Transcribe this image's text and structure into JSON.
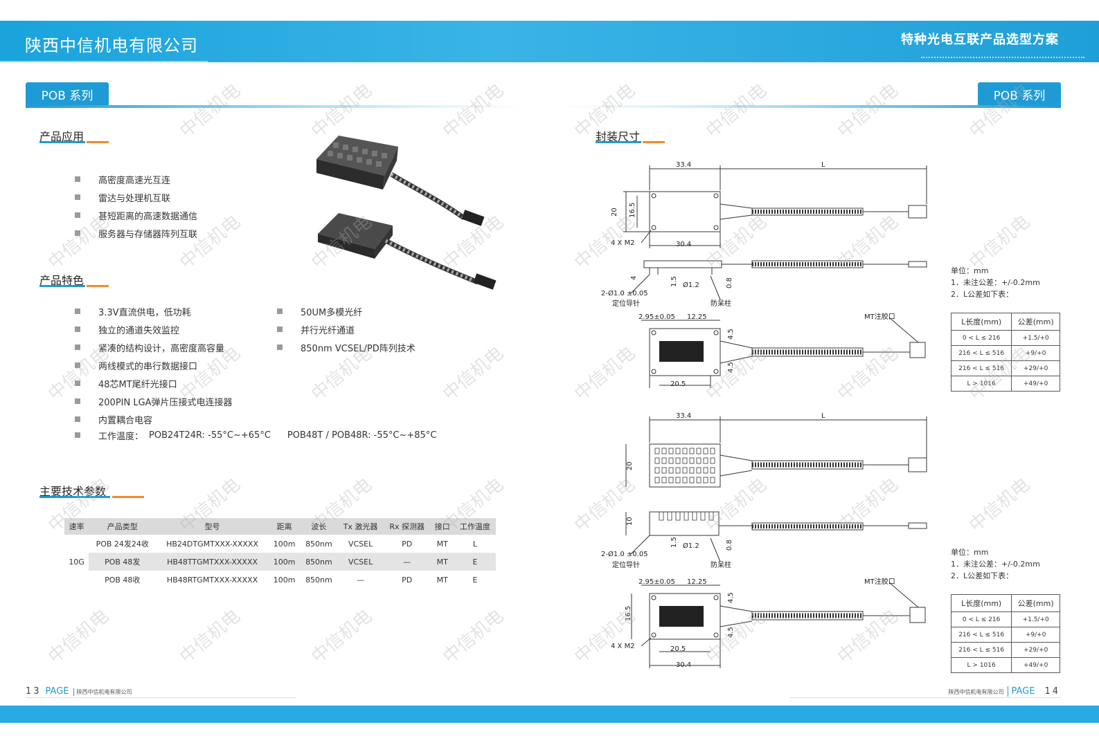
{
  "header": {
    "company": "陕西中信机电有限公司",
    "solution_title": "特种光电互联产品选型方案"
  },
  "series_label": "POB 系列",
  "left": {
    "app_title": "产品应用",
    "applications": [
      "高密度高速光互连",
      "雷达与处理机互联",
      "甚短距离的高速数据通信",
      "服务器与存储器阵列互联"
    ],
    "feat_title": "产品特色",
    "features_col1": [
      "3.3V直流供电，低功耗",
      "独立的通道失效监控",
      "紧凑的结构设计，高密度高容量",
      "两线模式的串行数据接口",
      "48芯MT尾纤光接口",
      "200PIN LGA弹片压接式电连接器",
      "内置耦合电容"
    ],
    "features_temp_label": "工作温度：",
    "features_temp_a": "POB24T24R:  -55°C~+65°C",
    "features_temp_b": "POB48T / POB48R:  -55°C~+85°C",
    "features_col2": [
      "50UM多模光纤",
      "并行光纤通道",
      "850nm VCSEL/PD阵列技术"
    ],
    "param_title": "主要技术参数",
    "param_table": {
      "headers": [
        "速率",
        "产品类型",
        "型号",
        "距离",
        "波长",
        "Tx 激光器",
        "Rx 探测器",
        "接口",
        "工作温度"
      ],
      "rate": "10G",
      "rows": [
        [
          "POB 24发24收",
          "HB24DTGMTXXX-XXXXX",
          "100m",
          "850nm",
          "VCSEL",
          "PD",
          "MT",
          "L"
        ],
        [
          "POB 48发",
          "HB48TTGMTXXX-XXXXX",
          "100m",
          "850nm",
          "VCSEL",
          "—",
          "MT",
          "E"
        ],
        [
          "POB 48收",
          "HB48RTGMTXXX-XXXXX",
          "100m",
          "850nm",
          "—",
          "PD",
          "MT",
          "E"
        ]
      ]
    },
    "footer": {
      "page_num": "13",
      "page_word": "PAGE",
      "company": "陕西中信机电有限公司"
    }
  },
  "right": {
    "pkg_title": "封装尺寸",
    "drawing1": {
      "top_w": "33.4",
      "len": "L",
      "h": "20",
      "h2": "16.5",
      "screws": "4 X M2",
      "w2": "30.4",
      "pin_label": "2-Ø1.0 ±0.05",
      "pin_cn": "定位导针",
      "post_cn": "防呆柱",
      "dia": "Ø1.2",
      "d15": "1.5",
      "d08": "0.8",
      "d4": "4",
      "w295": "2.95±0.05",
      "w1225": "12.25",
      "d45a": "4.5",
      "d45b": "4.5",
      "w205": "20.5",
      "mt": "MT注胶口"
    },
    "drawing2": {
      "top_w": "33.4",
      "len": "L",
      "h": "20",
      "h10": "10",
      "h165": "16.5",
      "screws": "4 X M2",
      "w2": "30.4",
      "pin_label": "2-Ø1.0 ±0.05",
      "pin_cn": "定位导针",
      "post_cn": "防呆柱",
      "dia": "Ø1.2",
      "d15": "1.5",
      "d08": "0.8",
      "w295": "2.95±0.05",
      "w1225": "12.25",
      "d45a": "4.5",
      "d45b": "4.5",
      "w205": "20.5",
      "mt": "MT注胶口"
    },
    "unit_note": {
      "unit": "单位：mm",
      "note1": "1．未注公差：+/-0.2mm",
      "note2": "2．L公差如下表："
    },
    "tolerance": {
      "headers": [
        "L长度(mm)",
        "公差(mm)"
      ],
      "rows": [
        [
          "0 < L ≤ 216",
          "+1.5/+0"
        ],
        [
          "216 < L ≤ 516",
          "+9/+0"
        ],
        [
          "216 < L ≤ 516",
          "+29/+0"
        ],
        [
          "L > 1016",
          "+49/+0"
        ]
      ]
    },
    "footer": {
      "company": "陕西中信机电有限公司",
      "page_word": "PAGE",
      "page_num": "14"
    }
  },
  "watermark": "中信机电",
  "colors": {
    "brand_blue": "#1e9bd5",
    "accent_orange": "#f28a2e",
    "header_blue": "#29aae2"
  }
}
